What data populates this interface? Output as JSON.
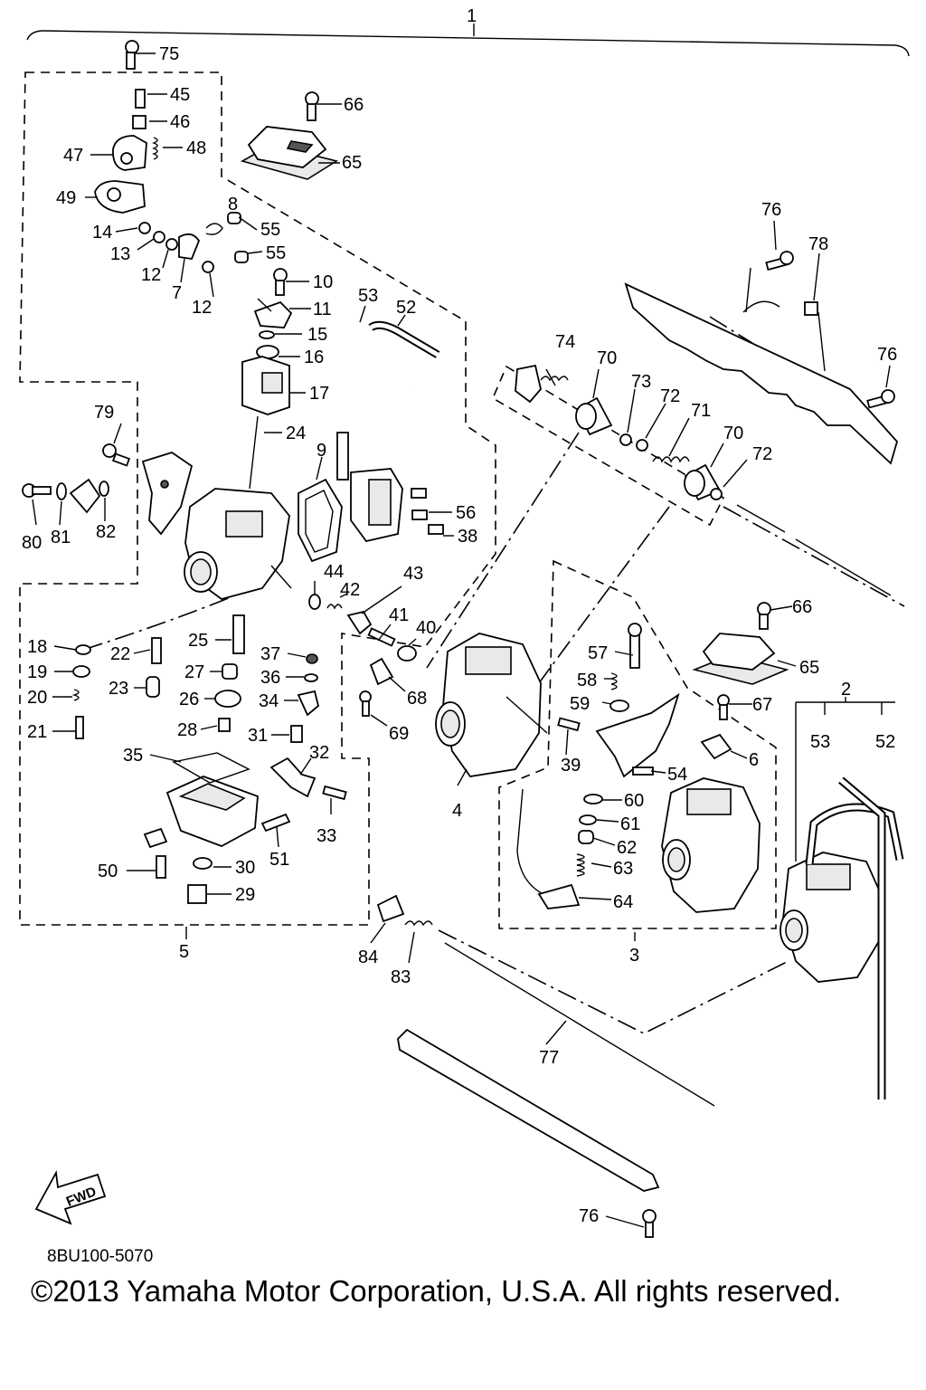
{
  "diagram": {
    "code": "8BU100-5070",
    "copyright": "©2013 Yamaha Motor Corporation, U.S.A. All rights reserved.",
    "fwd_arrow_text": "FWD",
    "part_labels": [
      "1",
      "2",
      "3",
      "4",
      "5",
      "6",
      "7",
      "8",
      "9",
      "10",
      "11",
      "12",
      "12",
      "13",
      "14",
      "15",
      "16",
      "17",
      "18",
      "19",
      "20",
      "21",
      "22",
      "23",
      "24",
      "25",
      "26",
      "27",
      "28",
      "29",
      "30",
      "31",
      "32",
      "33",
      "34",
      "35",
      "36",
      "37",
      "38",
      "39",
      "40",
      "41",
      "42",
      "43",
      "44",
      "45",
      "46",
      "47",
      "48",
      "49",
      "50",
      "51",
      "52",
      "52",
      "53",
      "53",
      "54",
      "55",
      "55",
      "56",
      "57",
      "58",
      "59",
      "60",
      "61",
      "62",
      "63",
      "64",
      "65",
      "65",
      "66",
      "66",
      "67",
      "68",
      "69",
      "70",
      "70",
      "71",
      "72",
      "72",
      "73",
      "74",
      "75",
      "76",
      "76",
      "76",
      "77",
      "78",
      "79",
      "80",
      "81",
      "82",
      "83",
      "84"
    ]
  }
}
